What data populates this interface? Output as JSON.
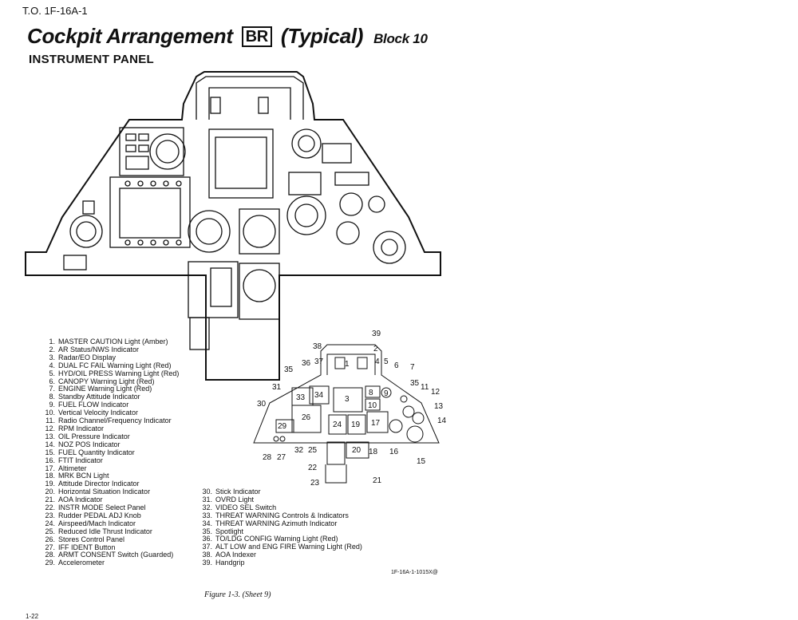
{
  "header": {
    "to_number": "T.O. 1F-16A-1",
    "title_main": "Cockpit Arrangement",
    "title_badge": "BR",
    "title_typical": "(Typical)",
    "title_block": "Block 10",
    "subtitle": "INSTRUMENT PANEL"
  },
  "legend_left": [
    {
      "n": "1.",
      "t": "MASTER CAUTION Light (Amber)"
    },
    {
      "n": "2.",
      "t": "AR Status/NWS Indicator"
    },
    {
      "n": "3.",
      "t": "Radar/EO Display"
    },
    {
      "n": "4.",
      "t": "DUAL FC FAIL Warning Light (Red)"
    },
    {
      "n": "5.",
      "t": "HYD/OIL PRESS Warning Light (Red)"
    },
    {
      "n": "6.",
      "t": "CANOPY Warning Light (Red)"
    },
    {
      "n": "7.",
      "t": "ENGINE Warning Light (Red)"
    },
    {
      "n": "8.",
      "t": "Standby Attitude Indicator"
    },
    {
      "n": "9.",
      "t": "FUEL FLOW Indicator"
    },
    {
      "n": "10.",
      "t": "Vertical Velocity Indicator"
    },
    {
      "n": "11.",
      "t": "Radio Channel/Frequency Indicator"
    },
    {
      "n": "12.",
      "t": "RPM Indicator"
    },
    {
      "n": "13.",
      "t": "OIL Pressure Indicator"
    },
    {
      "n": "14.",
      "t": "NOZ POS Indicator"
    },
    {
      "n": "15.",
      "t": "FUEL Quantity Indicator"
    },
    {
      "n": "16.",
      "t": "FTIT Indicator"
    },
    {
      "n": "17.",
      "t": "Altimeter"
    },
    {
      "n": "18.",
      "t": "MRK BCN Light"
    },
    {
      "n": "19.",
      "t": "Attitude Director Indicator"
    },
    {
      "n": "20.",
      "t": "Horizontal Situation Indicator"
    },
    {
      "n": "21.",
      "t": "AOA Indicator"
    },
    {
      "n": "22.",
      "t": "INSTR MODE Select Panel"
    },
    {
      "n": "23.",
      "t": "Rudder PEDAL ADJ Knob"
    },
    {
      "n": "24.",
      "t": "Airspeed/Mach Indicator"
    },
    {
      "n": "25.",
      "t": "Reduced Idle Thrust Indicator"
    },
    {
      "n": "26.",
      "t": "Stores Control Panel"
    },
    {
      "n": "27.",
      "t": "IFF IDENT Button"
    },
    {
      "n": "28.",
      "t": "ARMT CONSENT Switch (Guarded)"
    },
    {
      "n": "29.",
      "t": "Accelerometer"
    }
  ],
  "legend_right": [
    {
      "n": "30.",
      "t": "Stick Indicator"
    },
    {
      "n": "31.",
      "t": "OVRD Light"
    },
    {
      "n": "32.",
      "t": "VIDEO SEL Switch"
    },
    {
      "n": "33.",
      "t": "THREAT WARNING Controls & Indicators"
    },
    {
      "n": "34.",
      "t": "THREAT WARNING Azimuth Indicator"
    },
    {
      "n": "35.",
      "t": "Spotlight"
    },
    {
      "n": "36.",
      "t": "TO/LDG CONFIG Warning Light (Red)"
    },
    {
      "n": "37.",
      "t": "ALT LOW and ENG FIRE Warning Light (Red)"
    },
    {
      "n": "38.",
      "t": "AOA Indexer"
    },
    {
      "n": "39.",
      "t": "Handgrip"
    }
  ],
  "diagram_numbers": {
    "n1": "1",
    "n2": "2",
    "n3": "3",
    "n4": "4",
    "n5": "5",
    "n6": "6",
    "n7": "7",
    "n8": "8",
    "n9": "9",
    "n10": "10",
    "n11": "11",
    "n12": "12",
    "n13": "13",
    "n14": "14",
    "n15": "15",
    "n16": "16",
    "n17": "17",
    "n18": "18",
    "n19": "19",
    "n20": "20",
    "n21": "21",
    "n22": "22",
    "n23": "23",
    "n24": "24",
    "n25": "25",
    "n26": "26",
    "n27": "27",
    "n28": "28",
    "n29": "29",
    "n30": "30",
    "n31": "31",
    "n32": "32",
    "n33": "33",
    "n34": "34",
    "n35": "35",
    "n36": "36",
    "n37": "37",
    "n38": "38",
    "n39": "39"
  },
  "footer": {
    "figure_ref": "1F-16A-1-1015X@",
    "caption": "Figure 1-3.  (Sheet 9)",
    "page_number": "1-22"
  }
}
